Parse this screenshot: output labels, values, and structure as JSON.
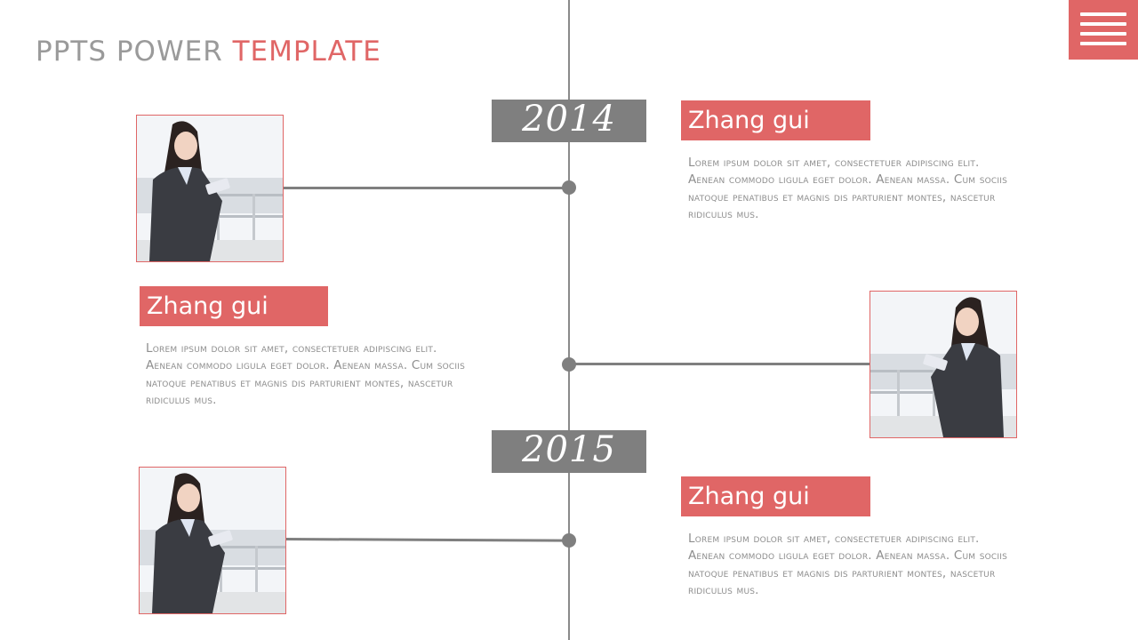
{
  "header": {
    "title_part1": "PPTS POWER ",
    "title_part2": "TEMPLATE",
    "menu_icon": "hamburger-menu-icon"
  },
  "timeline": {
    "years": [
      "2014",
      "2015"
    ],
    "entries": [
      {
        "name": "Zhang gui",
        "text": "Lorem ipsum dolor sit amet, consectetuer adipiscing elit. Aenean commodo ligula eget dolor. Aenean massa. Cum sociis natoque penatibus et magnis dis parturient montes, nascetur ridiculus mus."
      },
      {
        "name": "Zhang gui",
        "text": "Lorem ipsum dolor sit amet, consectetuer adipiscing elit. Aenean commodo ligula eget dolor. Aenean massa. Cum sociis natoque penatibus et magnis dis parturient montes, nascetur ridiculus mus."
      },
      {
        "name": "Zhang gui",
        "text": "Lorem ipsum dolor sit amet, consectetuer adipiscing elit. Aenean commodo ligula eget dolor. Aenean massa. Cum sociis natoque penatibus et magnis dis parturient montes, nascetur ridiculus mus."
      }
    ]
  },
  "colors": {
    "accent": "#e06666",
    "gray": "#7f7f7f",
    "text_gray": "#8e8e8e"
  }
}
